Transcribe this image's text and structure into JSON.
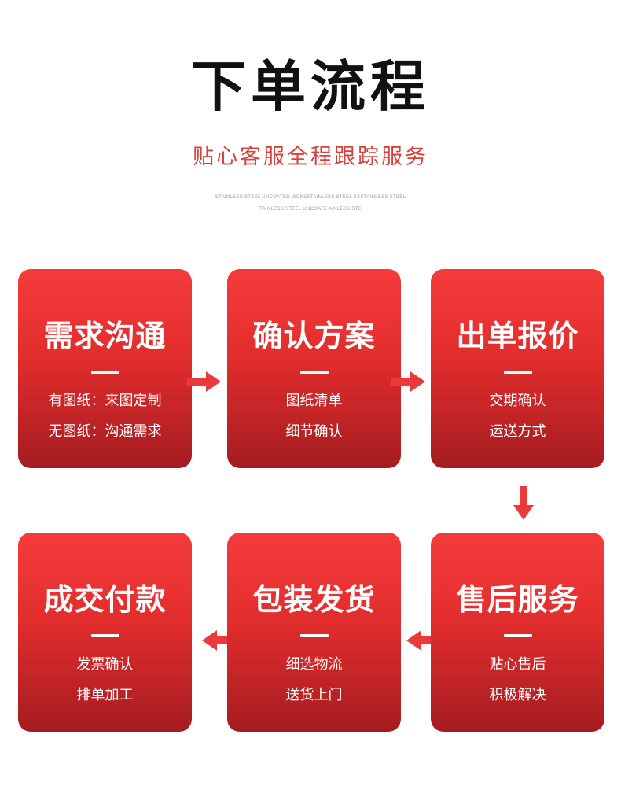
{
  "header": {
    "title": "下单流程",
    "subtitle": "贴心客服全程跟踪服务",
    "fine_print_1": "STAINLESS STEEL UNCOATED WOKSSTAINLESS STEEL KSSTAINLESS STEEL",
    "fine_print_2": "TAINLESS STEEL UNCOATE AINLESS STE"
  },
  "steps": [
    {
      "title": "需求沟通",
      "line1": "有图纸：来图定制",
      "line2": "无图纸：沟通需求"
    },
    {
      "title": "确认方案",
      "line1": "图纸清单",
      "line2": "细节确认"
    },
    {
      "title": "出单报价",
      "line1": "交期确认",
      "line2": "运送方式"
    },
    {
      "title": "售后服务",
      "line1": "贴心售后",
      "line2": "积极解决"
    },
    {
      "title": "包装发货",
      "line1": "细选物流",
      "line2": "送货上门"
    },
    {
      "title": "成交付款",
      "line1": "发票确认",
      "line2": "排单加工"
    }
  ],
  "colors": {
    "card_top": "#f53b3b",
    "card_bottom": "#a41c20",
    "accent": "#d9413b",
    "arrow": "#ec3a3a"
  },
  "icons": {
    "arrow_right": "arrow-right-icon",
    "arrow_down": "arrow-down-icon",
    "arrow_left": "arrow-left-icon"
  }
}
